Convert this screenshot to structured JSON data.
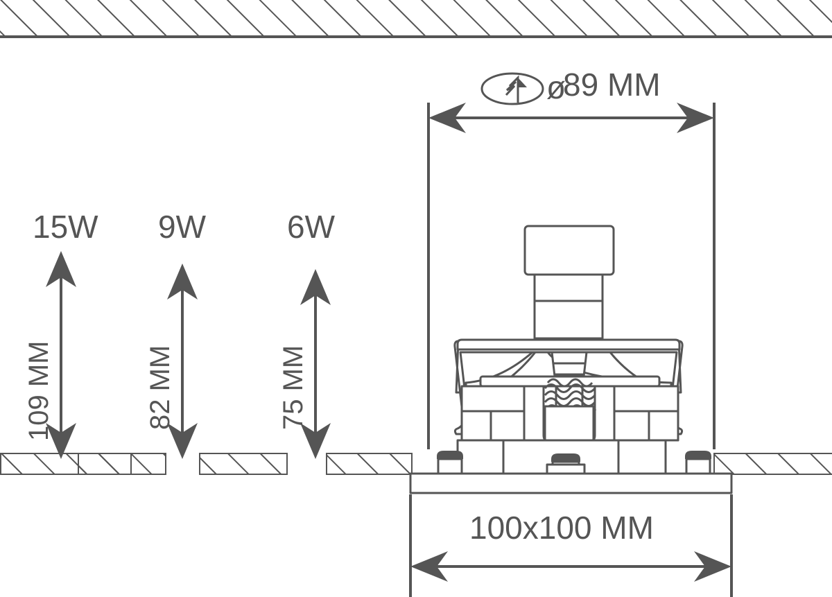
{
  "drawing": {
    "title": "Recessed downlight installation dimension drawing",
    "line_color": "#555555",
    "fill_color": "#ffffff",
    "background": "#ffffff"
  },
  "ceiling": {
    "upper_band_name": "ceiling-hatch-upper",
    "lower_band_name": "ceiling-hatch-lower",
    "hatch_pattern": "diagonal-45"
  },
  "power_variants": [
    {
      "label": "15W",
      "depth": "109 MM"
    },
    {
      "label": "9W",
      "depth": "82 MM"
    },
    {
      "label": "6W",
      "depth": "75 MM"
    }
  ],
  "dimensions": {
    "cutout": {
      "symbol": "ø",
      "value": "89 MM",
      "icon": "hole-saw-icon"
    },
    "frame": {
      "value": "100x100 MM"
    }
  }
}
